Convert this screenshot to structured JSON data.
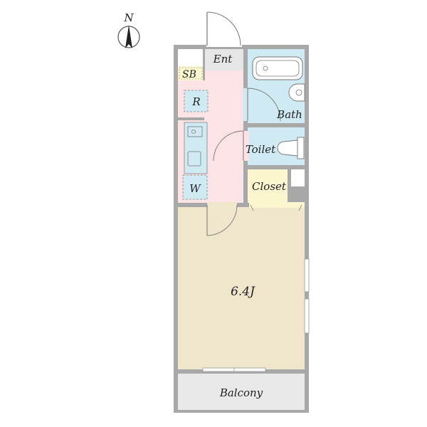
{
  "compass": {
    "label": "N"
  },
  "rooms": {
    "entrance": "Ent",
    "shoe_box": "SB",
    "refrigerator": "R",
    "bath": "Bath",
    "toilet": "Toilet",
    "washer": "W",
    "closet": "Closet",
    "main_room": "6.4J",
    "balcony": "Balcony"
  },
  "colors": {
    "wall": "#a8a8a8",
    "kitchen": "#fbe3e6",
    "wet_area": "#cfeaf3",
    "closet": "#fbf6cf",
    "main_room": "#efe6cc",
    "entrance": "#e6e6e6",
    "balcony": "#e9e9e9"
  }
}
